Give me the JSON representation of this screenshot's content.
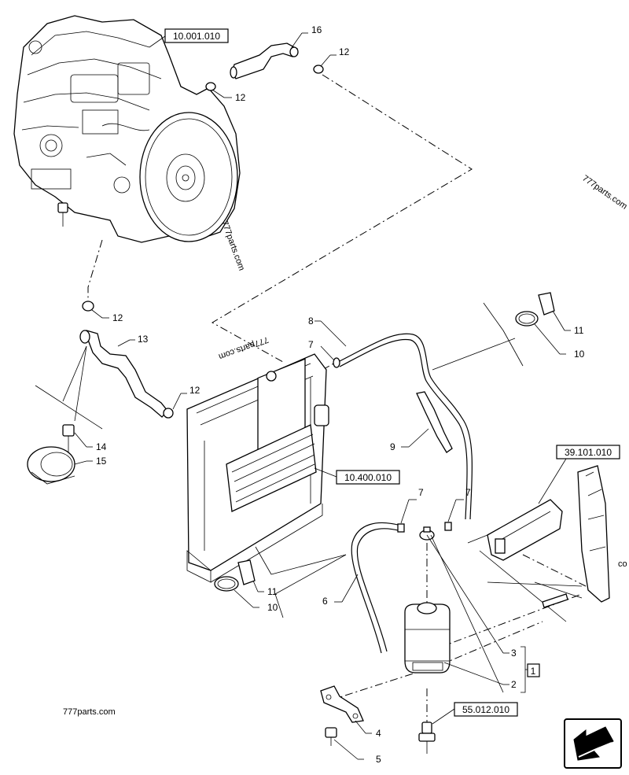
{
  "references": {
    "engine": "10.001.010",
    "radiator": "10.400.010",
    "frame": "39.101.010",
    "sensor": "55.012.010"
  },
  "callouts": {
    "c16": "16",
    "c12a": "12",
    "c12b": "12",
    "c12c": "12",
    "c12d": "12",
    "c13": "13",
    "c14": "14",
    "c15": "15",
    "c8": "8",
    "c7a": "7",
    "c7b": "7",
    "c7c": "7",
    "c9": "9",
    "c11a": "11",
    "c10a": "10",
    "c11b": "11",
    "c10b": "10",
    "c6": "6",
    "c3": "3",
    "c2": "2",
    "c1": "1",
    "c4": "4",
    "c5": "5"
  },
  "watermarks": {
    "top_right": "777parts.com",
    "engine": "777parts.com",
    "radiator": "777parts.com",
    "bottom_left": "777parts.com",
    "edge_right": "co"
  },
  "icons": {
    "nav": "arrow-down-left-icon"
  }
}
